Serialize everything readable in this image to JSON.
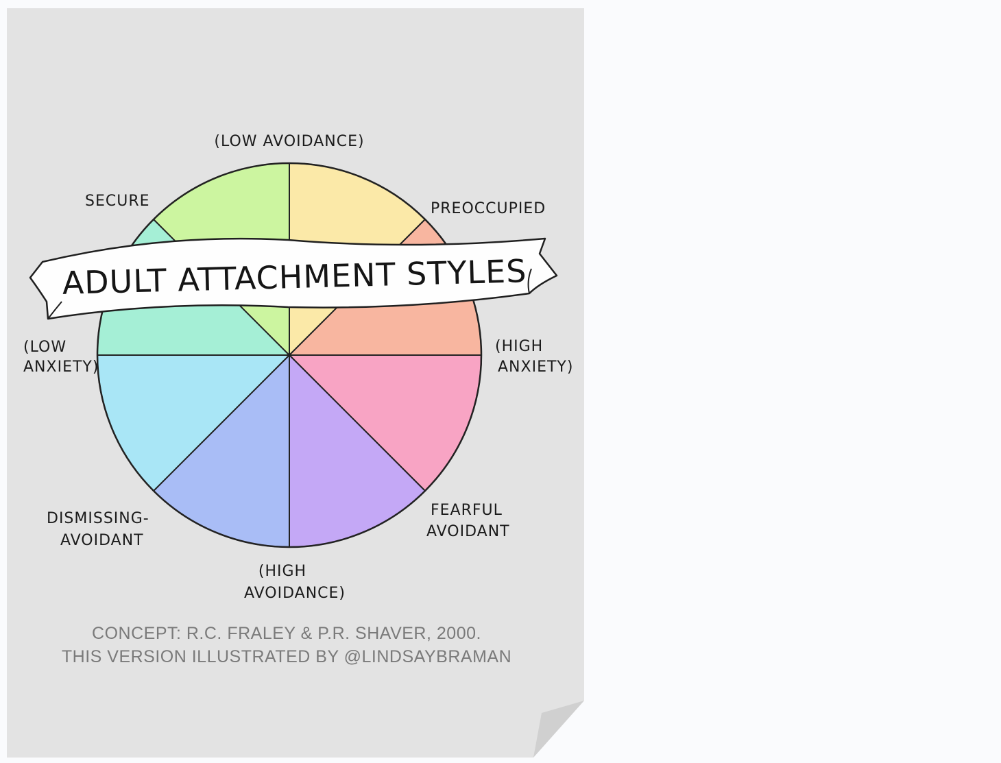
{
  "title": "ADULT ATTACHMENT STYLES",
  "axes": {
    "top": "(LOW AVOIDANCE)",
    "bottom_line1": "(HIGH",
    "bottom_line2": "AVOIDANCE)",
    "left_line1": "(LOW",
    "left_line2": "ANXIETY)",
    "right_line1": "(HIGH",
    "right_line2": "ANXIETY)"
  },
  "styles": {
    "secure": "SECURE",
    "preoccupied": "PREOCCUPIED",
    "dismissing_line1": "DISMISSING-",
    "dismissing_line2": "AVOIDANT",
    "fearful_line1": "FEARFUL",
    "fearful_line2": "AVOIDANT"
  },
  "credit": {
    "line1": "CONCEPT: R.C. FRALEY & P.R. SHAVER, 2000.",
    "line2": "THIS VERSION ILLUSTRATED BY @LINDSAYBRAMAN"
  },
  "segment_colors": [
    "#fbe9a8",
    "#f8b6a0",
    "#f8a4c4",
    "#c4a8f6",
    "#a9bdf6",
    "#a9e6f6",
    "#a5efd6",
    "#ccf5a0"
  ],
  "colors": {
    "paper": "#e3e3e3",
    "background": "#fafbfd",
    "outline": "#222222"
  }
}
